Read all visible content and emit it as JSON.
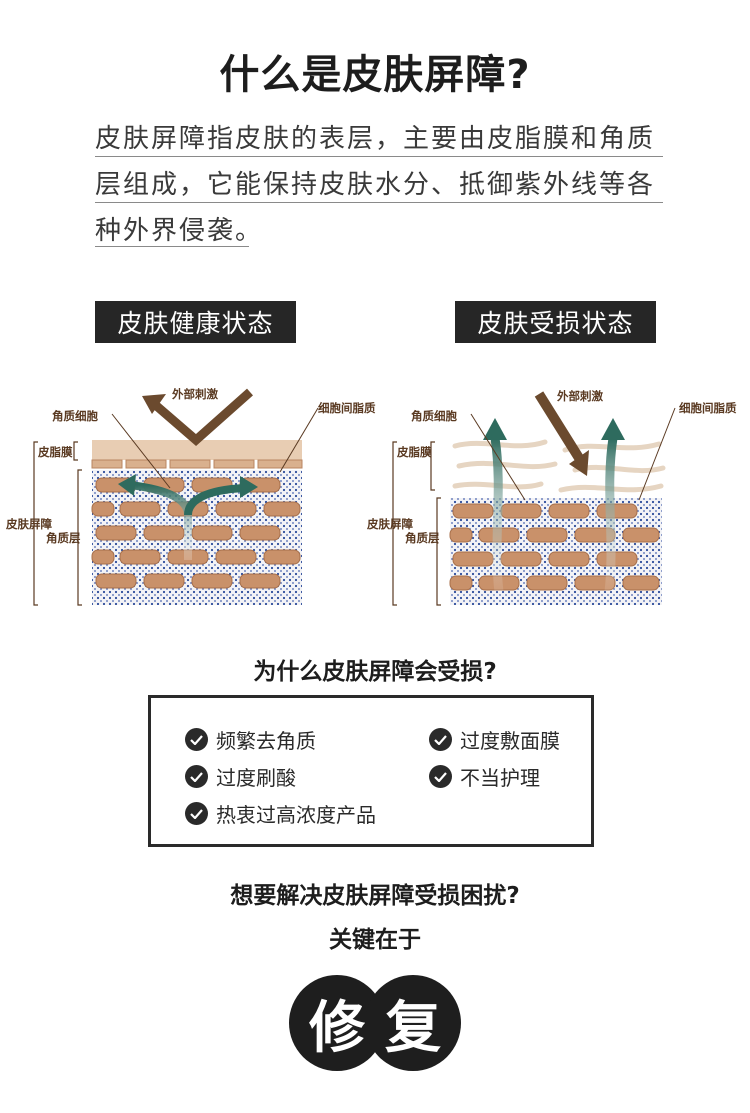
{
  "title": "什么是皮肤屏障?",
  "intro": {
    "lines": [
      "皮肤屏障指皮肤的表层，主要由皮脂膜和角质",
      "层组成，它能保持皮肤水分、抵御紫外线等各",
      "种外界侵袭。"
    ]
  },
  "states": {
    "healthy": {
      "label": "皮肤健康状态",
      "labels": {
        "stimulus": "外部刺激",
        "cell": "角质细胞",
        "lipid": "细胞间脂质",
        "sebum": "皮脂膜",
        "barrier": "皮肤屏障",
        "stratum": "角质层"
      }
    },
    "damaged": {
      "label": "皮肤受损状态",
      "labels": {
        "stimulus": "外部刺激",
        "cell": "角质细胞",
        "lipid": "细胞间脂质",
        "sebum": "皮脂膜",
        "barrier": "皮肤屏障",
        "stratum": "角质层"
      }
    }
  },
  "why": {
    "title": "为什么皮肤屏障会受损?",
    "reasons": [
      "频繁去角质",
      "过度敷面膜",
      "过度刷酸",
      "不当护理",
      "热衷过高浓度产品"
    ]
  },
  "solution": {
    "question": "想要解决皮肤屏障受损困扰?",
    "key": "关键在于",
    "chars": [
      "修",
      "复"
    ]
  },
  "colors": {
    "dark": "#262626",
    "skin": "#c9916a",
    "arrow_brown": "#6b4a2e",
    "arrow_teal": "#2e6b5e",
    "dots": "#2a4a9a"
  }
}
